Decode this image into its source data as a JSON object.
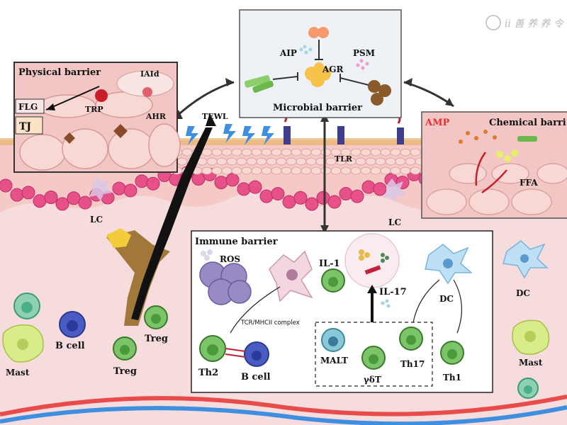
{
  "watermark": "ⅱ 善 养 养 令",
  "physical_barrier": {
    "title": "Physical barrier",
    "labels": {
      "flg": "FLG",
      "tj": "TJ",
      "trp": "TRP",
      "iaid": "IAId",
      "ahr": "AHR"
    }
  },
  "microbial_barrier": {
    "title": "Microbial barrier",
    "labels": {
      "aip": "AIP",
      "psm": "PSM",
      "agr": "AGR"
    }
  },
  "chemical_barrier": {
    "title": "Chemical barri",
    "labels": {
      "amp": "AMP",
      "ffa": "FFA"
    }
  },
  "immune_barrier": {
    "title": "Immune barrier",
    "labels": {
      "ros": "ROS",
      "il1": "IL-1",
      "il17": "IL-17",
      "tcr": "TCR/MHCII complex",
      "th2": "Th2",
      "bcell": "B cell",
      "malt": "MALT",
      "gdt": "γδT",
      "th17": "Th17",
      "th1": "Th1",
      "dc": "DC"
    }
  },
  "skin_labels": {
    "tewl": "TEWL",
    "tlr": "TLR",
    "lc_left": "LC",
    "lc_right": "LC"
  },
  "dermis_labels": {
    "mast_left": "Mast",
    "bcell_left": "B cell",
    "treg_a": "Treg",
    "treg_b": "Treg",
    "dc_right": "DC",
    "mast_right": "Mast"
  },
  "colors": {
    "epidermis": "#f4c9c6",
    "basal_cell": "#e8508a",
    "dermis": "#f6dcdc",
    "box_fill": "#eef2f6",
    "tcell": "#7cc46a",
    "bcell": "#4a5cc4",
    "dc": "#9ec9f0",
    "mast": "#d9ec8a",
    "red_text": "#e8302a"
  }
}
